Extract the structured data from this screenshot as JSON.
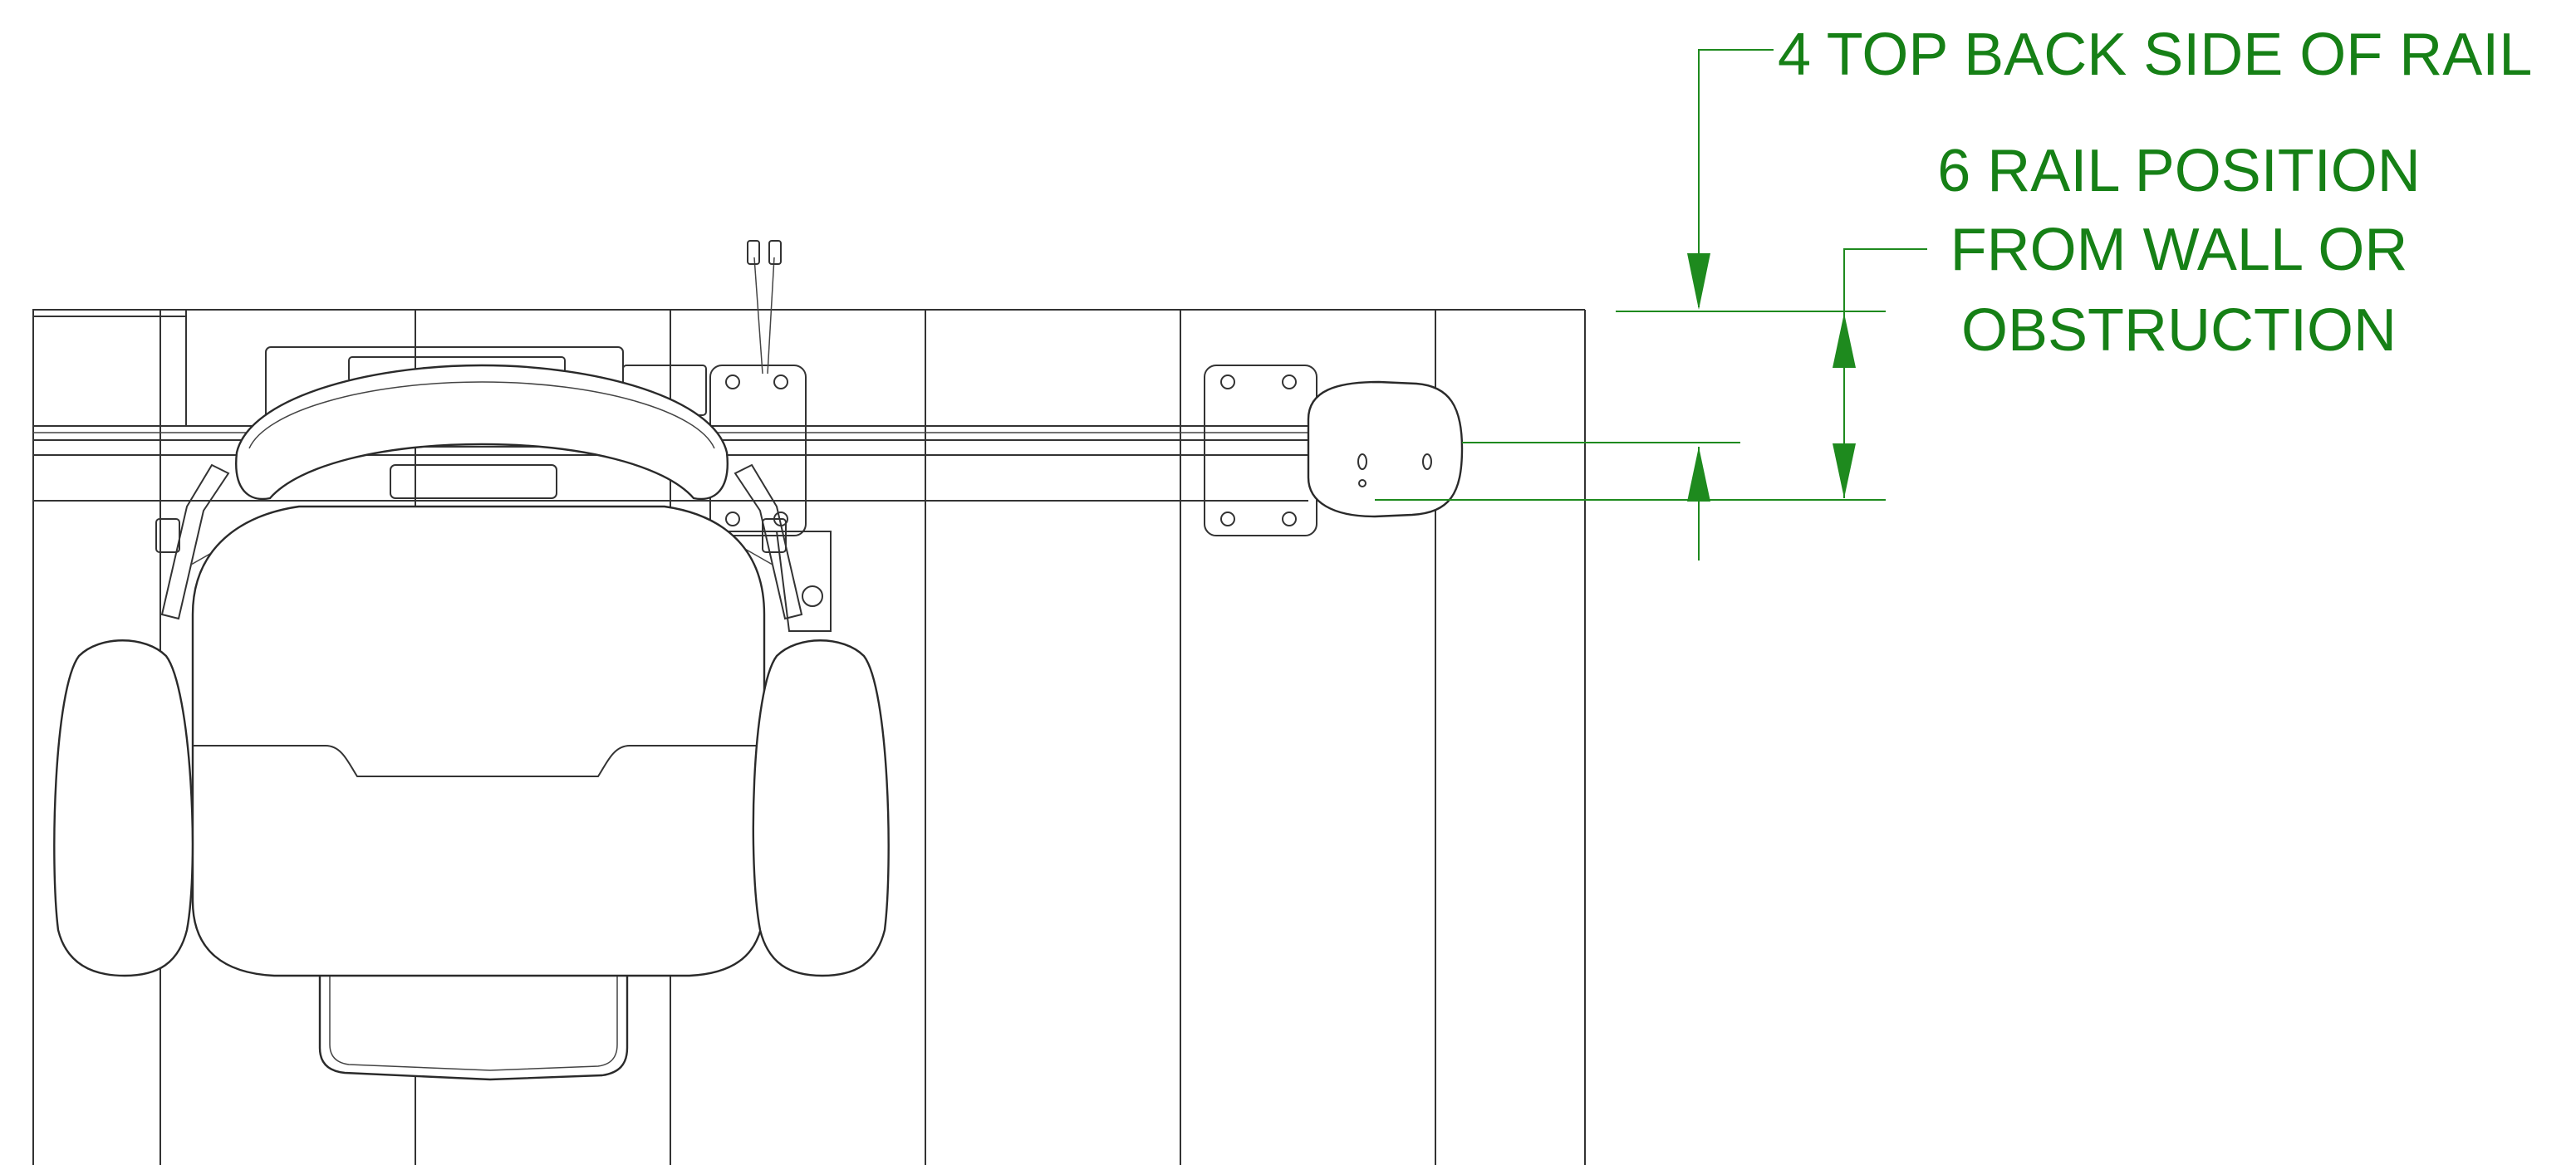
{
  "annotations": {
    "top_back": "4 TOP BACK SIDE OF RAIL",
    "rail_position_line1": "6 RAIL POSITION",
    "rail_position_line2": "FROM WALL OR",
    "rail_position_line3": "OBSTRUCTION"
  },
  "colors": {
    "dimension": "#1e8a1e",
    "label": "#168016",
    "linework": "#333333"
  }
}
